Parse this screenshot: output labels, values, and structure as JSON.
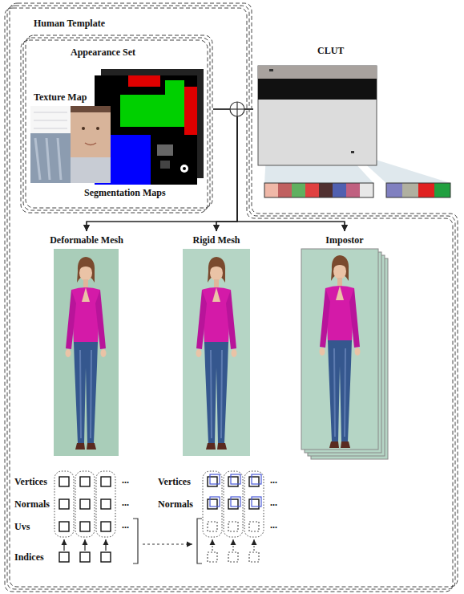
{
  "diagram": {
    "nodes": [
      {
        "text": [
          "Human Template"
        ]
      },
      {
        "text": [
          "Appearance Set"
        ],
        "in": 0
      },
      {
        "text": [
          "CLUT"
        ]
      },
      {
        "text": [
          "Deformable Mesh"
        ],
        "in": 0
      },
      {
        "text": [
          "Rigid Mesh"
        ],
        "in": 0
      },
      {
        "text": [
          "Impostor"
        ],
        "in": 0
      }
    ],
    "edges": [
      {
        "from": 1,
        "to": 3,
        "arrow": "to"
      },
      {
        "from": 1,
        "to": 4,
        "arrow": "to"
      },
      {
        "from": 1,
        "to": 5,
        "arrow": "to"
      },
      {
        "from": 2,
        "to": 3,
        "arrow": "to"
      },
      {
        "from": 2,
        "to": 4,
        "arrow": "to"
      },
      {
        "from": 2,
        "to": 5,
        "arrow": "to"
      }
    ],
    "labels": [
      "Texture Map",
      "Segmentation Maps",
      "Vertices",
      "...",
      "Normals",
      "...",
      "Uvs",
      "...",
      "Indices",
      "Vertices",
      "...",
      "Normals",
      "...",
      "..."
    ]
  }
}
